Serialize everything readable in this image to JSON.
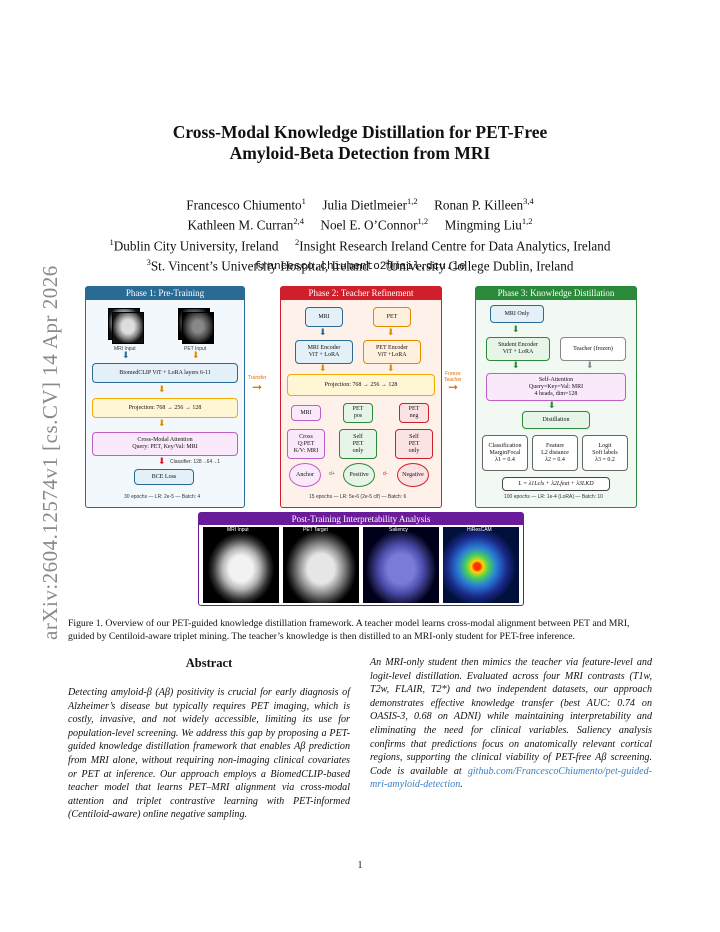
{
  "arxiv_stamp": "arXiv:2604.12574v1  [cs.CV]  14 Apr 2026",
  "title_line1": "Cross-Modal Knowledge Distillation for PET-Free",
  "title_line2": "Amyloid-Beta Detection from MRI",
  "authors": [
    {
      "name": "Francesco Chiumento",
      "aff": "1"
    },
    {
      "name": "Julia Dietlmeier",
      "aff": "1,2"
    },
    {
      "name": "Ronan P. Killeen",
      "aff": "3,4"
    },
    {
      "name": "Kathleen M. Curran",
      "aff": "2,4"
    },
    {
      "name": "Noel E. O’Connor",
      "aff": "1,2"
    },
    {
      "name": "Mingming Liu",
      "aff": "1,2"
    }
  ],
  "affiliations": [
    {
      "num": "1",
      "text": "Dublin City University, Ireland"
    },
    {
      "num": "2",
      "text": "Insight Research Ireland Centre for Data Analytics, Ireland"
    },
    {
      "num": "3",
      "text": "St. Vincent’s University Hospital, Ireland"
    },
    {
      "num": "4",
      "text": "University College Dublin, Ireland"
    }
  ],
  "email": "francesco.chiumento2@mail.dcu.ie",
  "figure": {
    "phase1": {
      "title": "Phase 1: Pre-Training",
      "mri_input": "MRI Input",
      "pet_input": "PET Input",
      "backbone": "BiomedCLIP ViT + LoRA layers 6-11",
      "projection": "Projection: 768 → 256 → 128",
      "attention_l1": "Cross-Modal Attention",
      "attention_l2": "Query: PET, Key/Val: MRI",
      "classifier": "Classifier: 128→64→1",
      "loss": "BCE Loss",
      "footer": "30 epochs — LR: 2e-5 — Batch: 4"
    },
    "transfer_label": "Transfer",
    "phase2": {
      "title": "Phase 2: Teacher Refinement",
      "mri": "MRI",
      "pet": "PET",
      "mri_enc_l1": "MRI Encoder",
      "mri_enc_l2": "ViT + LoRA",
      "pet_enc_l1": "PET Encoder",
      "pet_enc_l2": "ViT +LoRA",
      "projection": "Projection: 768 → 256 → 128",
      "b_mri": "MRI",
      "b_petpos_l1": "PET",
      "b_petpos_l2": "pos",
      "b_petneg_l1": "PET",
      "b_petneg_l2": "neg",
      "cross_l1": "Cross",
      "cross_l2": "Q:PET",
      "cross_l3": "K/V: MRI",
      "selfpos_l1": "Self",
      "selfpos_l2": "PET",
      "selfpos_l3": "only",
      "selfneg_l1": "Self",
      "selfneg_l2": "PET",
      "selfneg_l3": "only",
      "anchor": "Anchor",
      "positive": "Positive",
      "negative": "Negative",
      "dplus": "d+",
      "dminus": "d-",
      "footer": "15 epochs — LR: 5e-6 (2e-5 clf) — Batch: 6"
    },
    "freeze_l1": "Freeze",
    "freeze_l2": "Teacher",
    "phase3": {
      "title": "Phase 3: Knowledge Distillation",
      "mri_only": "MRI Only",
      "student_l1": "Student Encoder",
      "student_l2": "ViT + LoRA",
      "teacher": "Teacher (frozen)",
      "selfattn_l1": "Self-Attention",
      "selfattn_l2": "Query=Key=Val: MRI",
      "selfattn_l3": "4 heads, dim=128",
      "distill": "Distillation",
      "cls_l1": "Classification",
      "cls_l2": "MarginFocal",
      "cls_l3": "λ1 = 0.4",
      "feat_l1": "Feature",
      "feat_l2": "L2 distance",
      "feat_l3": "λ2 = 0.4",
      "logit_l1": "Logit",
      "logit_l2": "Soft labels",
      "logit_l3": "λ3 = 0.2",
      "loss": "L = λ1Lcls + λ2Lfeat + λ3LKD",
      "footer": "100 epochs — LR: 1e-4 (LoRA) — Batch: 10"
    },
    "post": {
      "title": "Post-Training Interpretability Analysis",
      "labels": [
        "MRI Input",
        "PET Target",
        "Saliency",
        "HiResCAM"
      ]
    },
    "colors": {
      "phase1": "#2a6b96",
      "phase2": "#d01f2a",
      "phase3": "#2b8a3a",
      "post": "#6a1b9a",
      "projection": "#f2a900",
      "attention": "#c05ec8"
    }
  },
  "caption": "Figure 1. Overview of our PET-guided knowledge distillation framework. A teacher model learns cross-modal alignment between PET and MRI, guided by Centiloid-aware triplet mining. The teacher’s knowledge is then distilled to an MRI-only student for PET-free inference.",
  "abstract_title": "Abstract",
  "abstract_left": "Detecting amyloid-β (Aβ) positivity is crucial for early diagnosis of Alzheimer’s disease but typically requires PET imaging, which is costly, invasive, and not widely accessible, limiting its use for population-level screening. We address this gap by proposing a PET-guided knowledge distillation framework that enables Aβ prediction from MRI alone, without requiring non-imaging clinical covariates or PET at inference. Our approach employs a BiomedCLIP-based teacher model that learns PET–MRI alignment via cross-modal attention and triplet contrastive learning with PET-informed (Centiloid-aware) online negative sampling.",
  "abstract_right": "An MRI-only student then mimics the teacher via feature-level and logit-level distillation. Evaluated across four MRI contrasts (T1w, T2w, FLAIR, T2*) and two independent datasets, our approach demonstrates effective knowledge transfer (best AUC: 0.74 on OASIS-3, 0.68 on ADNI) while maintaining interpretability and eliminating the need for clinical variables. Saliency analysis confirms that predictions focus on anatomically relevant cortical regions, supporting the clinical viability of PET-free Aβ screening. Code is available at",
  "code_link": "github.com/FrancescoChiumento/pet-guided-mri-amyloid-detection",
  "page_number": "1"
}
